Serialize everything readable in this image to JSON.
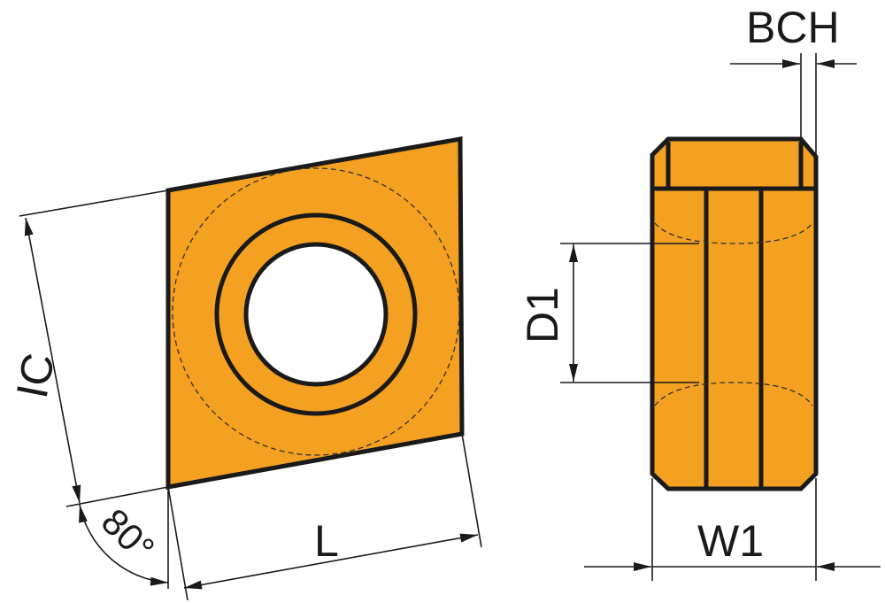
{
  "colors": {
    "insert_fill": "#F4A020",
    "line": "#1a1a1a"
  },
  "labels": {
    "ic": "IC",
    "angle": "80°",
    "length": "L",
    "hole_diameter": "D1",
    "width": "W1",
    "chamfer": "BCH"
  }
}
